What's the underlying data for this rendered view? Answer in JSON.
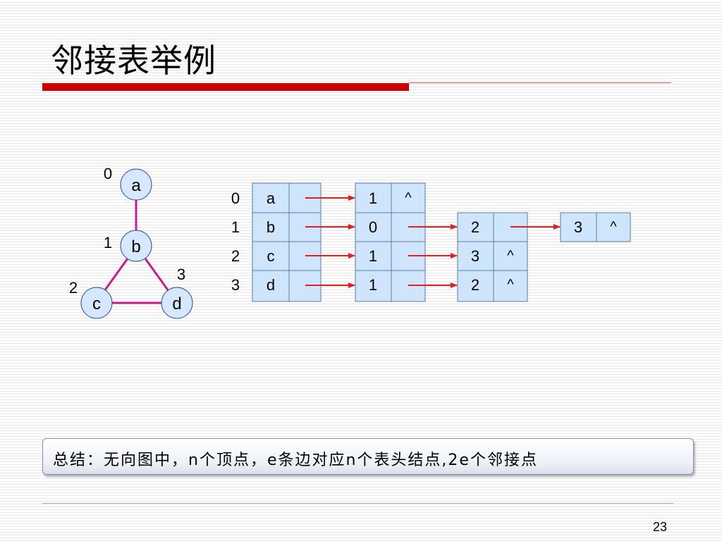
{
  "slide": {
    "title": "邻接表举例",
    "summary": "总结：无向图中，n个顶点，e条边对应n个表头结点,2e个邻接点",
    "page_number": "23"
  },
  "graph": {
    "vertices": [
      {
        "label": "a",
        "index": "0"
      },
      {
        "label": "b",
        "index": "1"
      },
      {
        "label": "c",
        "index": "2"
      },
      {
        "label": "d",
        "index": "3"
      }
    ],
    "edges": [
      [
        "a",
        "b"
      ],
      [
        "b",
        "c"
      ],
      [
        "b",
        "d"
      ],
      [
        "c",
        "d"
      ]
    ],
    "edge_color": "#cc1a8c",
    "node_fill": "#d6e8ff"
  },
  "adjacency_list": {
    "head_indices": [
      "0",
      "1",
      "2",
      "3"
    ],
    "head_labels": [
      "a",
      "b",
      "c",
      "d"
    ],
    "rows": [
      [
        {
          "adj": "1",
          "next": "^"
        }
      ],
      [
        {
          "adj": "0",
          "next": ""
        },
        {
          "adj": "2",
          "next": ""
        },
        {
          "adj": "3",
          "next": "^"
        }
      ],
      [
        {
          "adj": "1",
          "next": ""
        },
        {
          "adj": "3",
          "next": "^"
        }
      ],
      [
        {
          "adj": "1",
          "next": ""
        },
        {
          "adj": "2",
          "next": "^"
        }
      ]
    ],
    "cell_fill": "#cfe5fb",
    "arrow_color": "#e02020"
  }
}
